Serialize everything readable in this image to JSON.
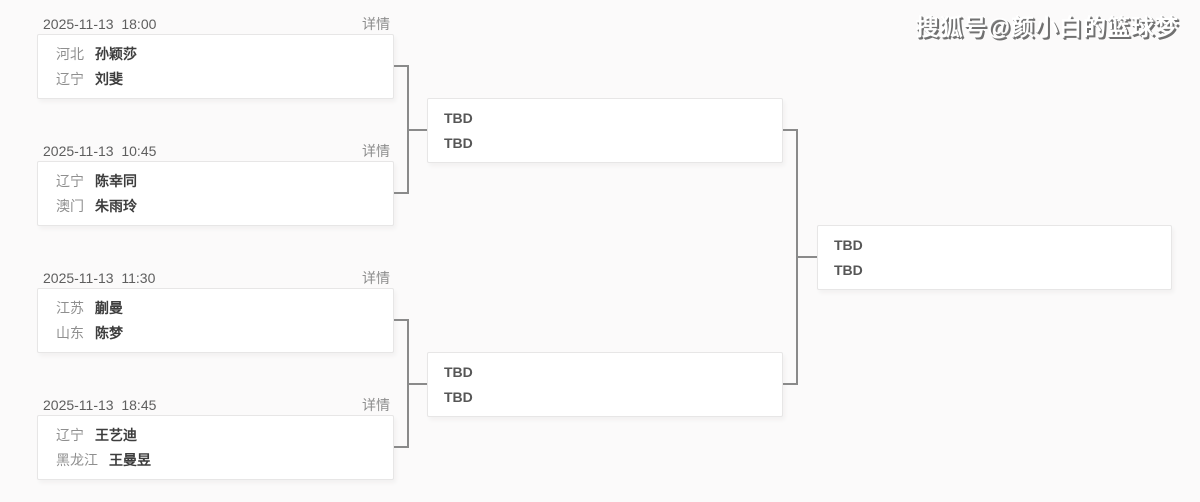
{
  "watermark": {
    "text": "搜狐号@颜小白的篮球梦"
  },
  "labels": {
    "details": "详情",
    "tbd": "TBD"
  },
  "bracket": {
    "quarterfinals": [
      {
        "datetime": "2025-11-13  18:00",
        "players": [
          {
            "region": "河北",
            "name": "孙颖莎"
          },
          {
            "region": "辽宁",
            "name": "刘斐"
          }
        ]
      },
      {
        "datetime": "2025-11-13  10:45",
        "players": [
          {
            "region": "辽宁",
            "name": "陈幸同"
          },
          {
            "region": "澳门",
            "name": "朱雨玲"
          }
        ]
      },
      {
        "datetime": "2025-11-13  11:30",
        "players": [
          {
            "region": "江苏",
            "name": "蒯曼"
          },
          {
            "region": "山东",
            "name": "陈梦"
          }
        ]
      },
      {
        "datetime": "2025-11-13  18:45",
        "players": [
          {
            "region": "辽宁",
            "name": "王艺迪"
          },
          {
            "region": "黑龙江",
            "name": "王曼昱"
          }
        ]
      }
    ],
    "semifinals": [
      {
        "players": [
          "TBD",
          "TBD"
        ]
      },
      {
        "players": [
          "TBD",
          "TBD"
        ]
      }
    ],
    "final": {
      "players": [
        "TBD",
        "TBD"
      ]
    }
  },
  "colors": {
    "background": "#fbfafa",
    "box_border": "#e7e6e6",
    "connector": "#8a8a8a",
    "date_text": "#5e5e5e",
    "region_text": "#8f8f8f",
    "player_text": "#3d3d3d",
    "details_text": "#8d8d8d",
    "tbd_text": "#565656",
    "watermark_fill": "#ffffff",
    "watermark_shadow": "#707070"
  }
}
